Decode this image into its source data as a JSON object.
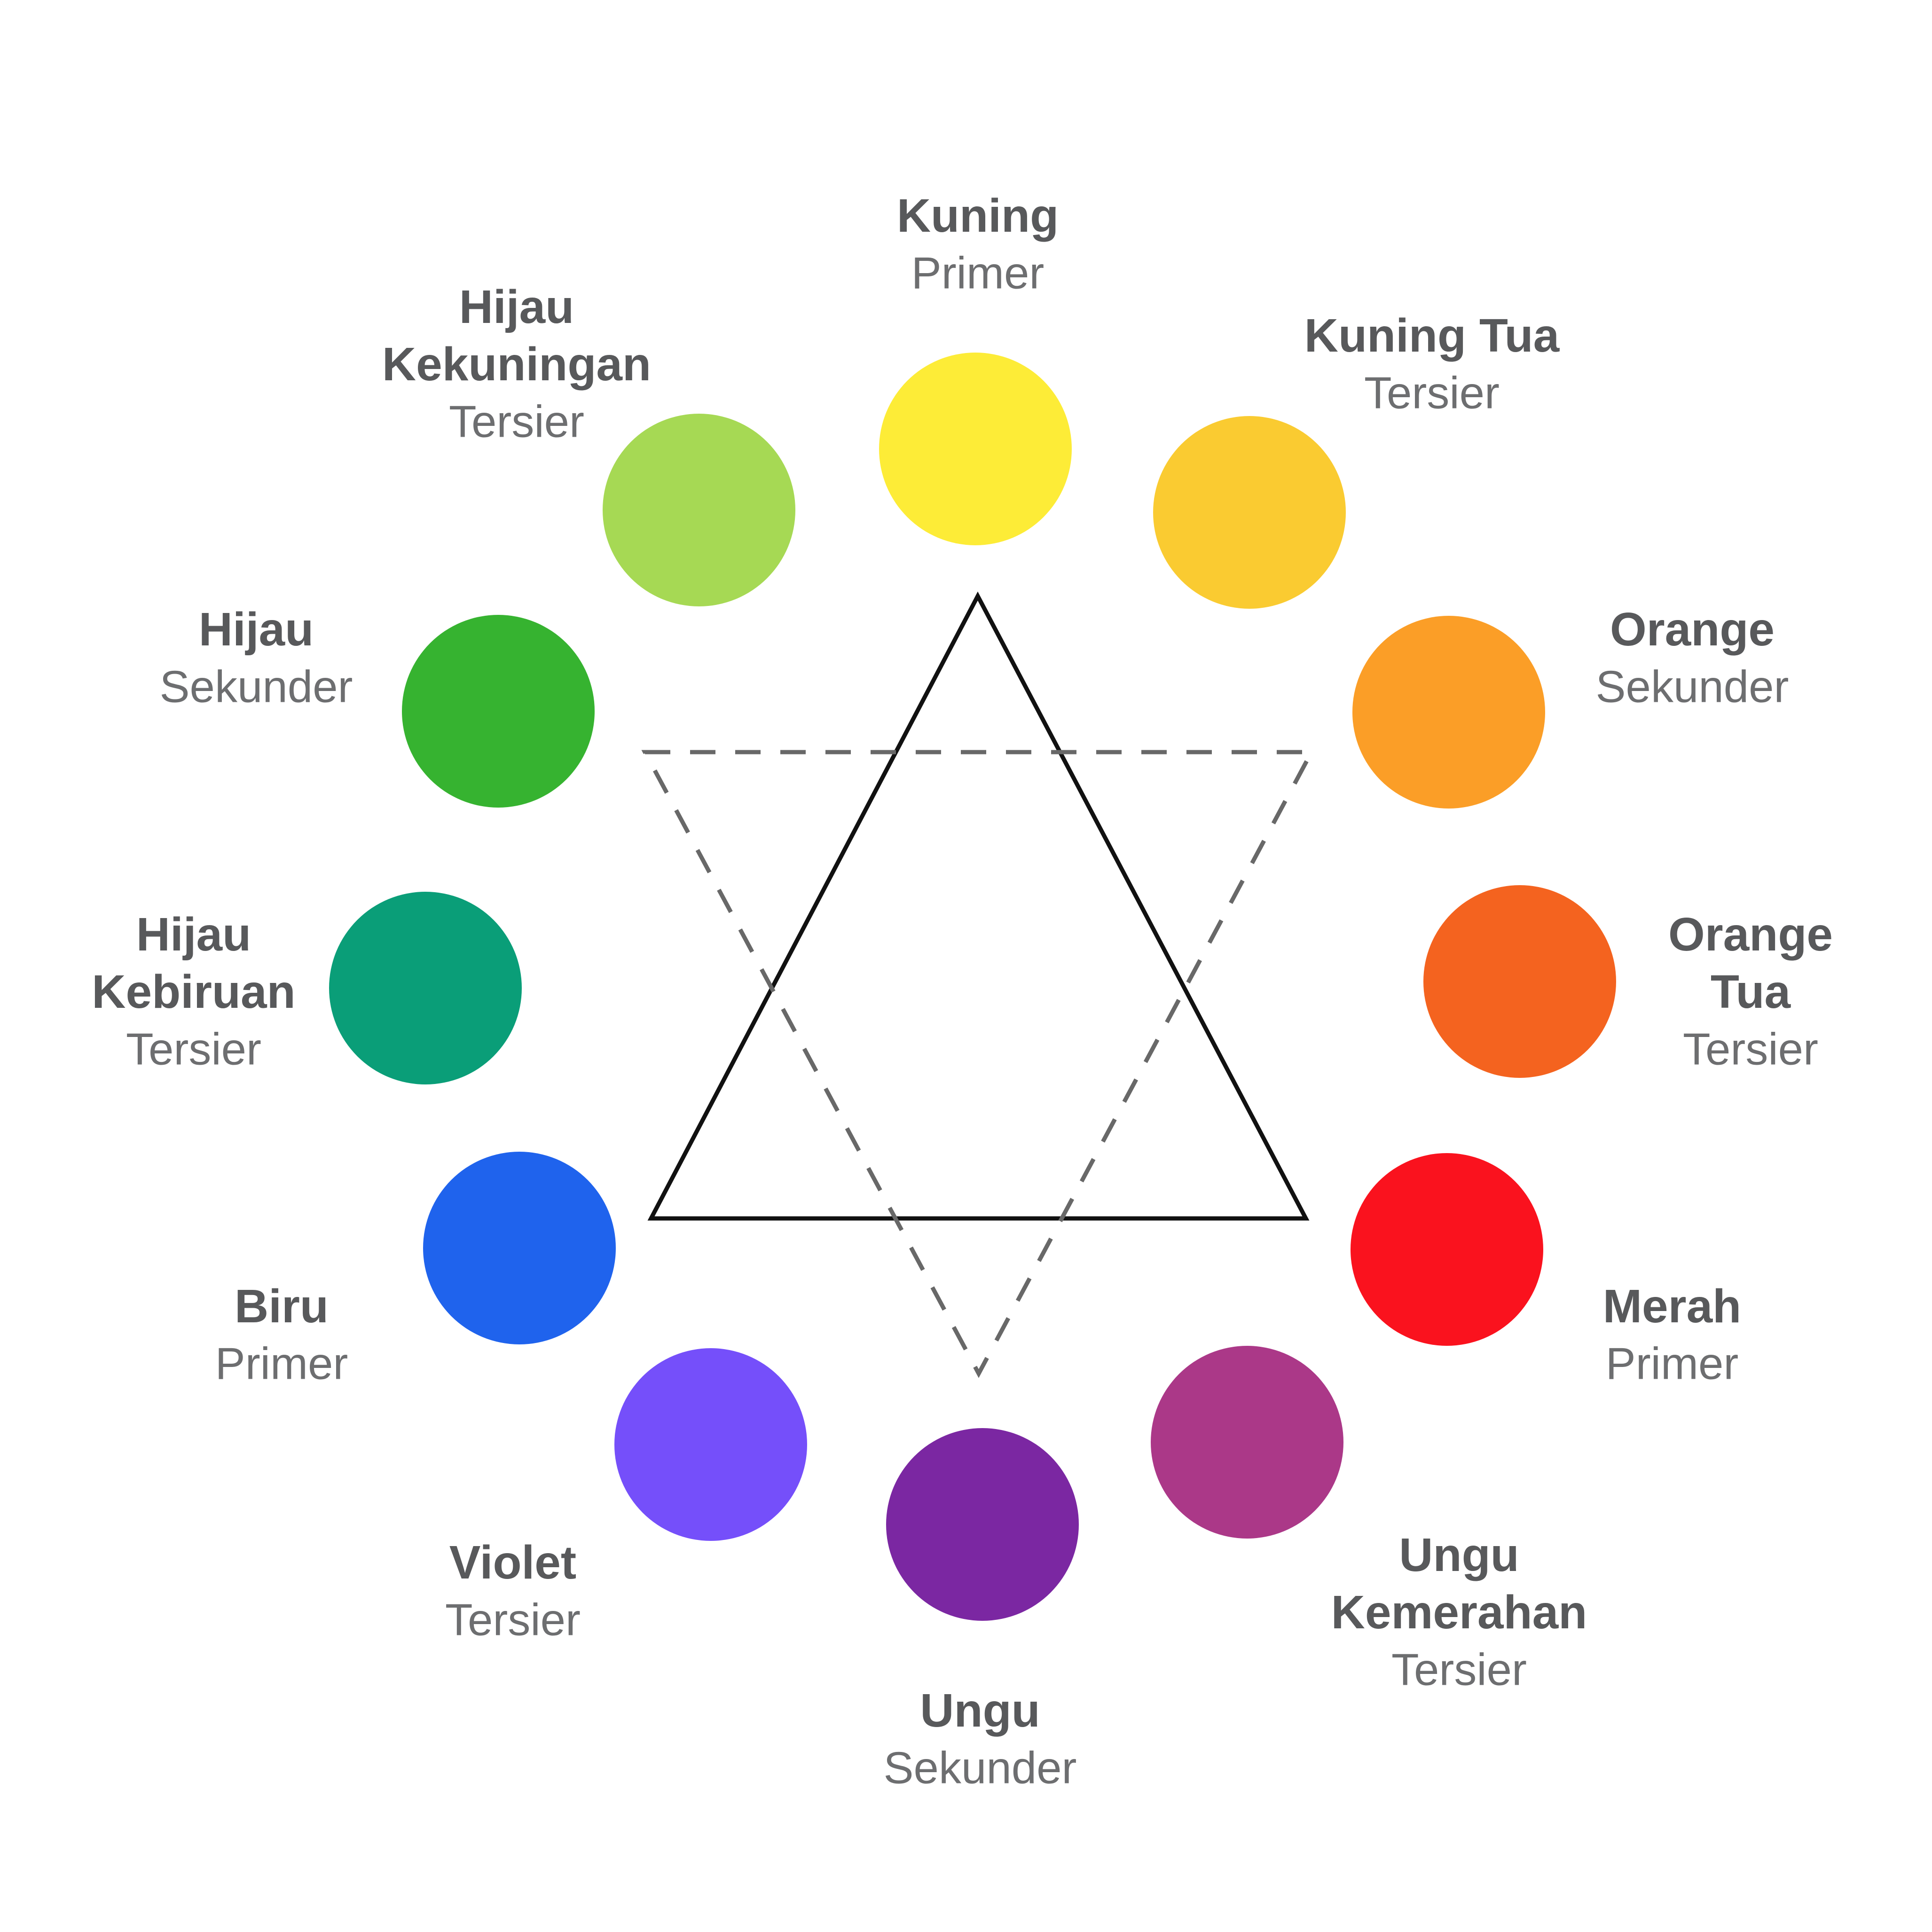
{
  "background_color": "#FFFFFF",
  "wheel": {
    "items": [
      {
        "name": "Kuning",
        "name_lines": [
          "Kuning"
        ],
        "category": "Primer",
        "color": "#FDEC37"
      },
      {
        "name": "Kuning Tua",
        "name_lines": [
          "Kuning Tua"
        ],
        "category": "Tersier",
        "color": "#FACB31"
      },
      {
        "name": "Orange",
        "name_lines": [
          "Orange"
        ],
        "category": "Sekunder",
        "color": "#FB9E27"
      },
      {
        "name": "Orange Tua",
        "name_lines": [
          "Orange",
          "Tua"
        ],
        "category": "Tersier",
        "color": "#F4631F"
      },
      {
        "name": "Merah",
        "name_lines": [
          "Merah"
        ],
        "category": "Primer",
        "color": "#FA121E"
      },
      {
        "name": "Ungu Kemerahan",
        "name_lines": [
          "Ungu",
          "Kemerahan"
        ],
        "category": "Tersier",
        "color": "#AB3888"
      },
      {
        "name": "Ungu",
        "name_lines": [
          "Ungu"
        ],
        "category": "Sekunder",
        "color": "#7B27A2"
      },
      {
        "name": "Violet",
        "name_lines": [
          "Violet"
        ],
        "category": "Tersier",
        "color": "#754FFA"
      },
      {
        "name": "Biru",
        "name_lines": [
          "Biru"
        ],
        "category": "Primer",
        "color": "#1F63ED"
      },
      {
        "name": "Hijau Kebiruan",
        "name_lines": [
          "Hijau",
          "Kebiruan"
        ],
        "category": "Tersier",
        "color": "#0A9E78"
      },
      {
        "name": "Hijau",
        "name_lines": [
          "Hijau"
        ],
        "category": "Sekunder",
        "color": "#36B330"
      },
      {
        "name": "Hijau Kekuningan",
        "name_lines": [
          "Hijau",
          "Kekuningan"
        ],
        "category": "Tersier",
        "color": "#A6D954"
      }
    ]
  },
  "triangles": {
    "primary": {
      "style": "solid",
      "color": "#111111"
    },
    "secondary": {
      "style": "dashed",
      "color": "#686868"
    }
  },
  "label_colors": {
    "name": "#58595B",
    "category": "#6D6E70"
  }
}
